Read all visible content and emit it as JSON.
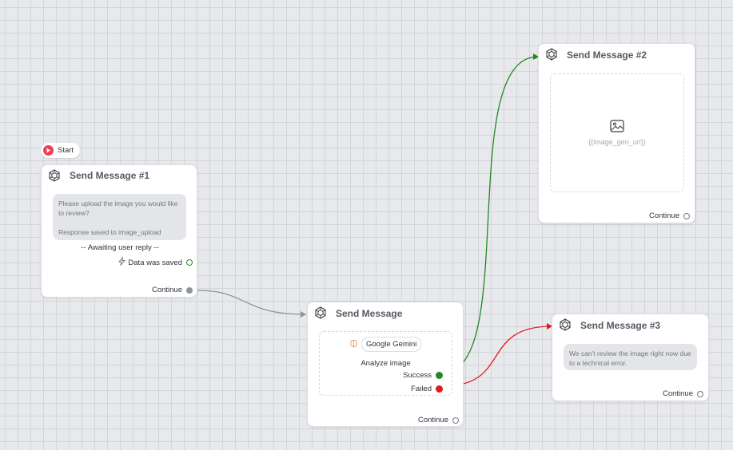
{
  "start": {
    "label": "Start"
  },
  "nodes": {
    "send1": {
      "title": "Send Message #1",
      "message": "Please upload the image you would like to review?",
      "saved_note": "Response saved to image_upload",
      "awaiting": "-- Awaiting user reply --",
      "data_saved": "Data was saved",
      "continue": "Continue"
    },
    "send": {
      "title": "Send Message",
      "integration": "Google Gemini",
      "action": "Analyze image",
      "success": "Success",
      "failed": "Failed",
      "continue": "Continue"
    },
    "send2": {
      "title": "Send Message #2",
      "image_var": "{{image_gen_url}}",
      "continue": "Continue"
    },
    "send3": {
      "title": "Send Message #3",
      "message": "We can't review the image right now due to a technical error.",
      "continue": "Continue"
    }
  },
  "colors": {
    "edge_default": "#8d94a0",
    "edge_success": "#1f8a1f",
    "edge_failed": "#e11b1b",
    "start_accent": "#ef3f56"
  }
}
